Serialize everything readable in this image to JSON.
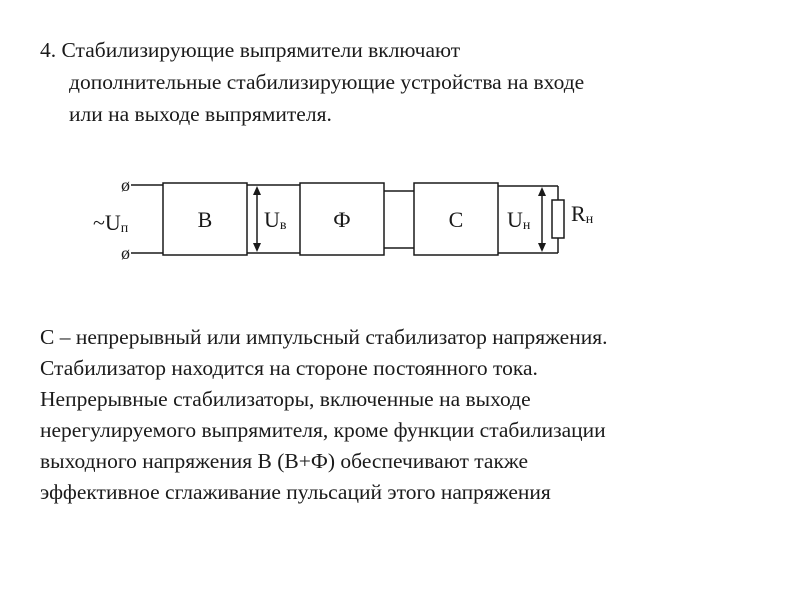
{
  "heading": {
    "line1": "4. Стабилизирующие выпрямители включают",
    "line2": "дополнительные стабилизирующие устройства на входе",
    "line3": "или на выходе выпрямителя."
  },
  "diagram": {
    "input_label_main": "~U",
    "input_label_sub": "п",
    "block_b": "В",
    "voltage_b_main": "U",
    "voltage_b_sub": "в",
    "block_f": "Ф",
    "block_c": "С",
    "voltage_out_main": "U",
    "voltage_out_sub": "н",
    "load_main": "R",
    "load_sub": "н",
    "terminal_symbol": "ø"
  },
  "body": {
    "line1": "С – непрерывный или импульсный стабилизатор напряжения.",
    "line2": "Стабилизатор находится на стороне постоянного тока.",
    "line3": "Непрерывные стабилизаторы, включенные на выходе",
    "line4": "нерегулируемого выпрямителя, кроме функции стабилизации",
    "line5": "выходного напряжения В (В+Ф) обеспечивают также",
    "line6": "эффективное сглаживание пульсаций этого напряжения"
  }
}
